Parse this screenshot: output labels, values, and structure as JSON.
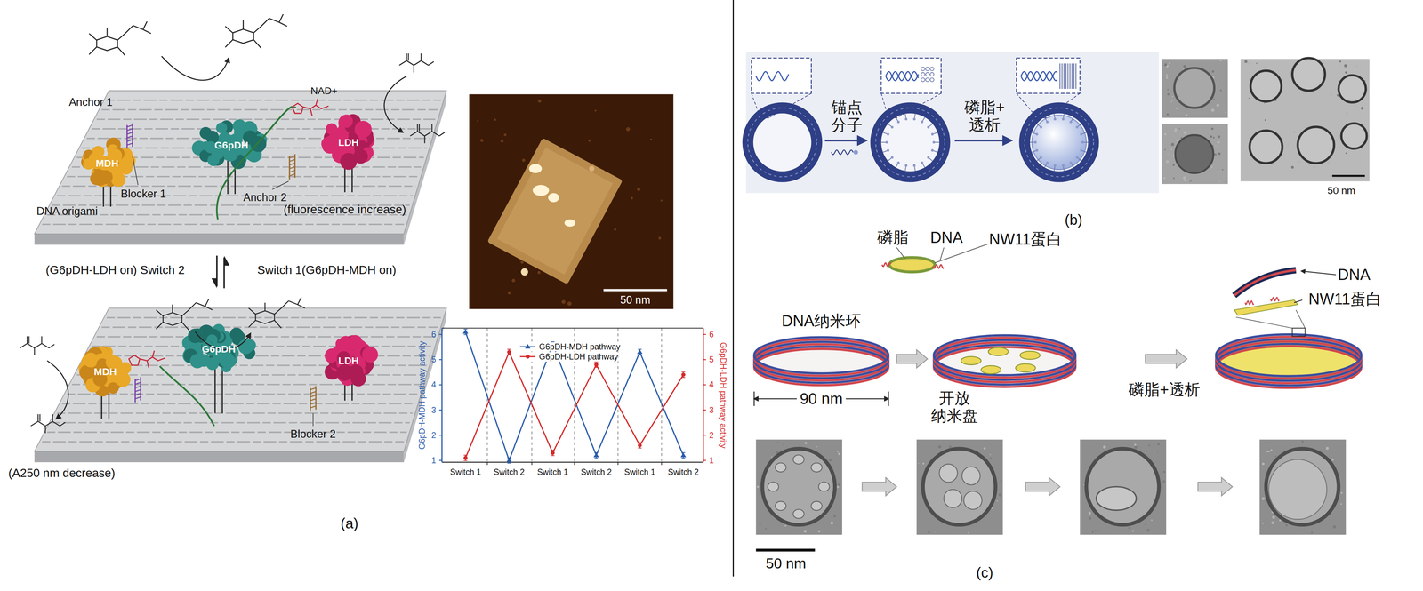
{
  "diagram": {
    "labels": [
      "Anchor 1",
      "G6pDH",
      "NAD+",
      "MDH",
      "Blocker 1",
      "LDH",
      "Anchor 2",
      "(fluorescence increase)",
      "DNA origami",
      "(G6pDH-LDH on) Switch 2",
      "Switch 1(G6pDH-MDH on)",
      "MDH",
      "G6pDH",
      "LDH",
      "Blocker 2",
      "(A250 nm decrease)",
      "50 nm",
      "G6pDH-MDH pathway activity",
      "G6pDH-LDH pathway activity",
      "6",
      "5",
      "4",
      "3",
      "2",
      "1",
      "6",
      "5",
      "4",
      "3",
      "2",
      "1",
      "Switch 1",
      "Switch 2",
      "Switch 1",
      "Switch 2",
      "Switch 1",
      "Switch 2",
      "(a)",
      "锚点 分子",
      "磷脂+ 透析",
      "50 nm",
      "(b)",
      "磷脂",
      "DNA",
      "NW11蛋白",
      "DNA纳米环",
      "90 nm",
      "开放 纳米盘",
      "磷脂+透析",
      "DNA",
      "NW11蛋白",
      "50 nm",
      "(c)"
    ],
    "legend": [
      {
        "text": "G6pDH-MDH pathway"
      },
      {
        "text": "G6pDH-LDH pathway"
      }
    ]
  }
}
